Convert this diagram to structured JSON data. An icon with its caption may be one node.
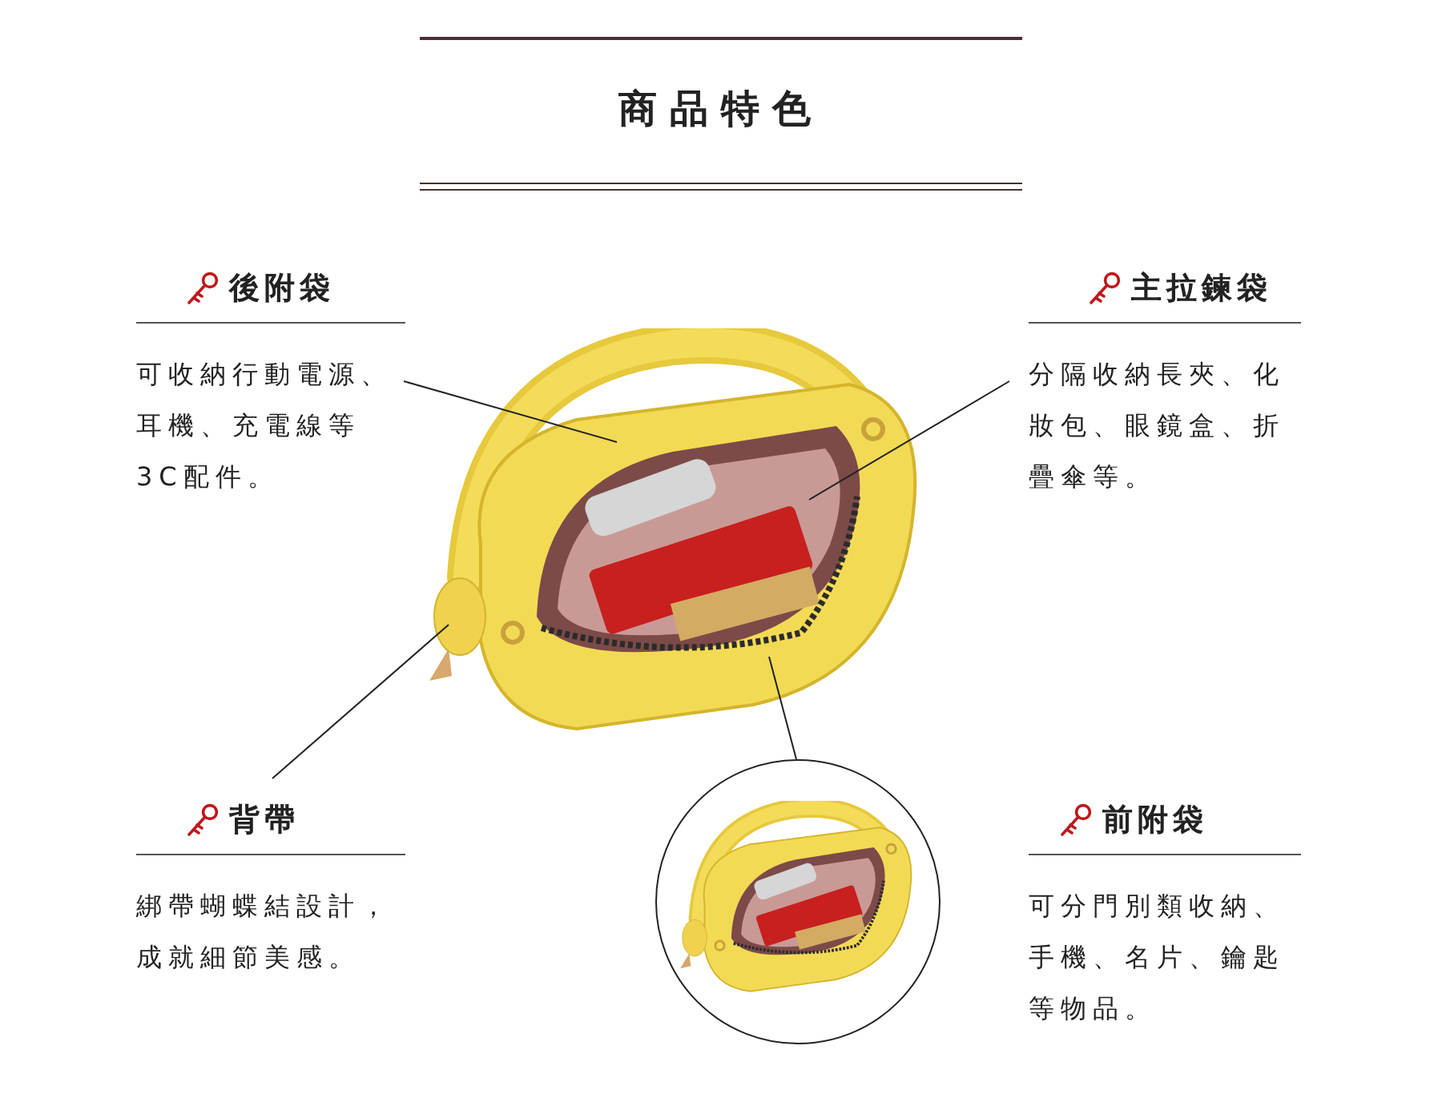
{
  "diagram": {
    "title": "商品特色",
    "nodes": [
      {
        "text": [
          "後附袋",
          "可收納行動電源、耳機、充電線等3C配件。"
        ]
      },
      {
        "text": [
          "主拉鍊袋",
          "分隔收納長夾、化妝包、眼鏡盒、折疊傘等。"
        ]
      },
      {
        "text": [],
        "shape": "picture"
      },
      {
        "text": [
          "背帶",
          "綁帶蝴蝶結設計，成就細節美感。"
        ]
      },
      {
        "text": [
          "前附袋",
          "可分門別類收納、手機、名片、鑰匙等物品。"
        ]
      },
      {
        "text": [],
        "shape": "picture"
      }
    ],
    "edges": [
      {
        "from": 0,
        "to": 2,
        "arrow": "none"
      },
      {
        "from": 1,
        "to": 2,
        "arrow": "none"
      },
      {
        "from": 3,
        "to": 2,
        "arrow": "none"
      },
      {
        "from": 2,
        "to": 5,
        "arrow": "none"
      }
    ]
  }
}
